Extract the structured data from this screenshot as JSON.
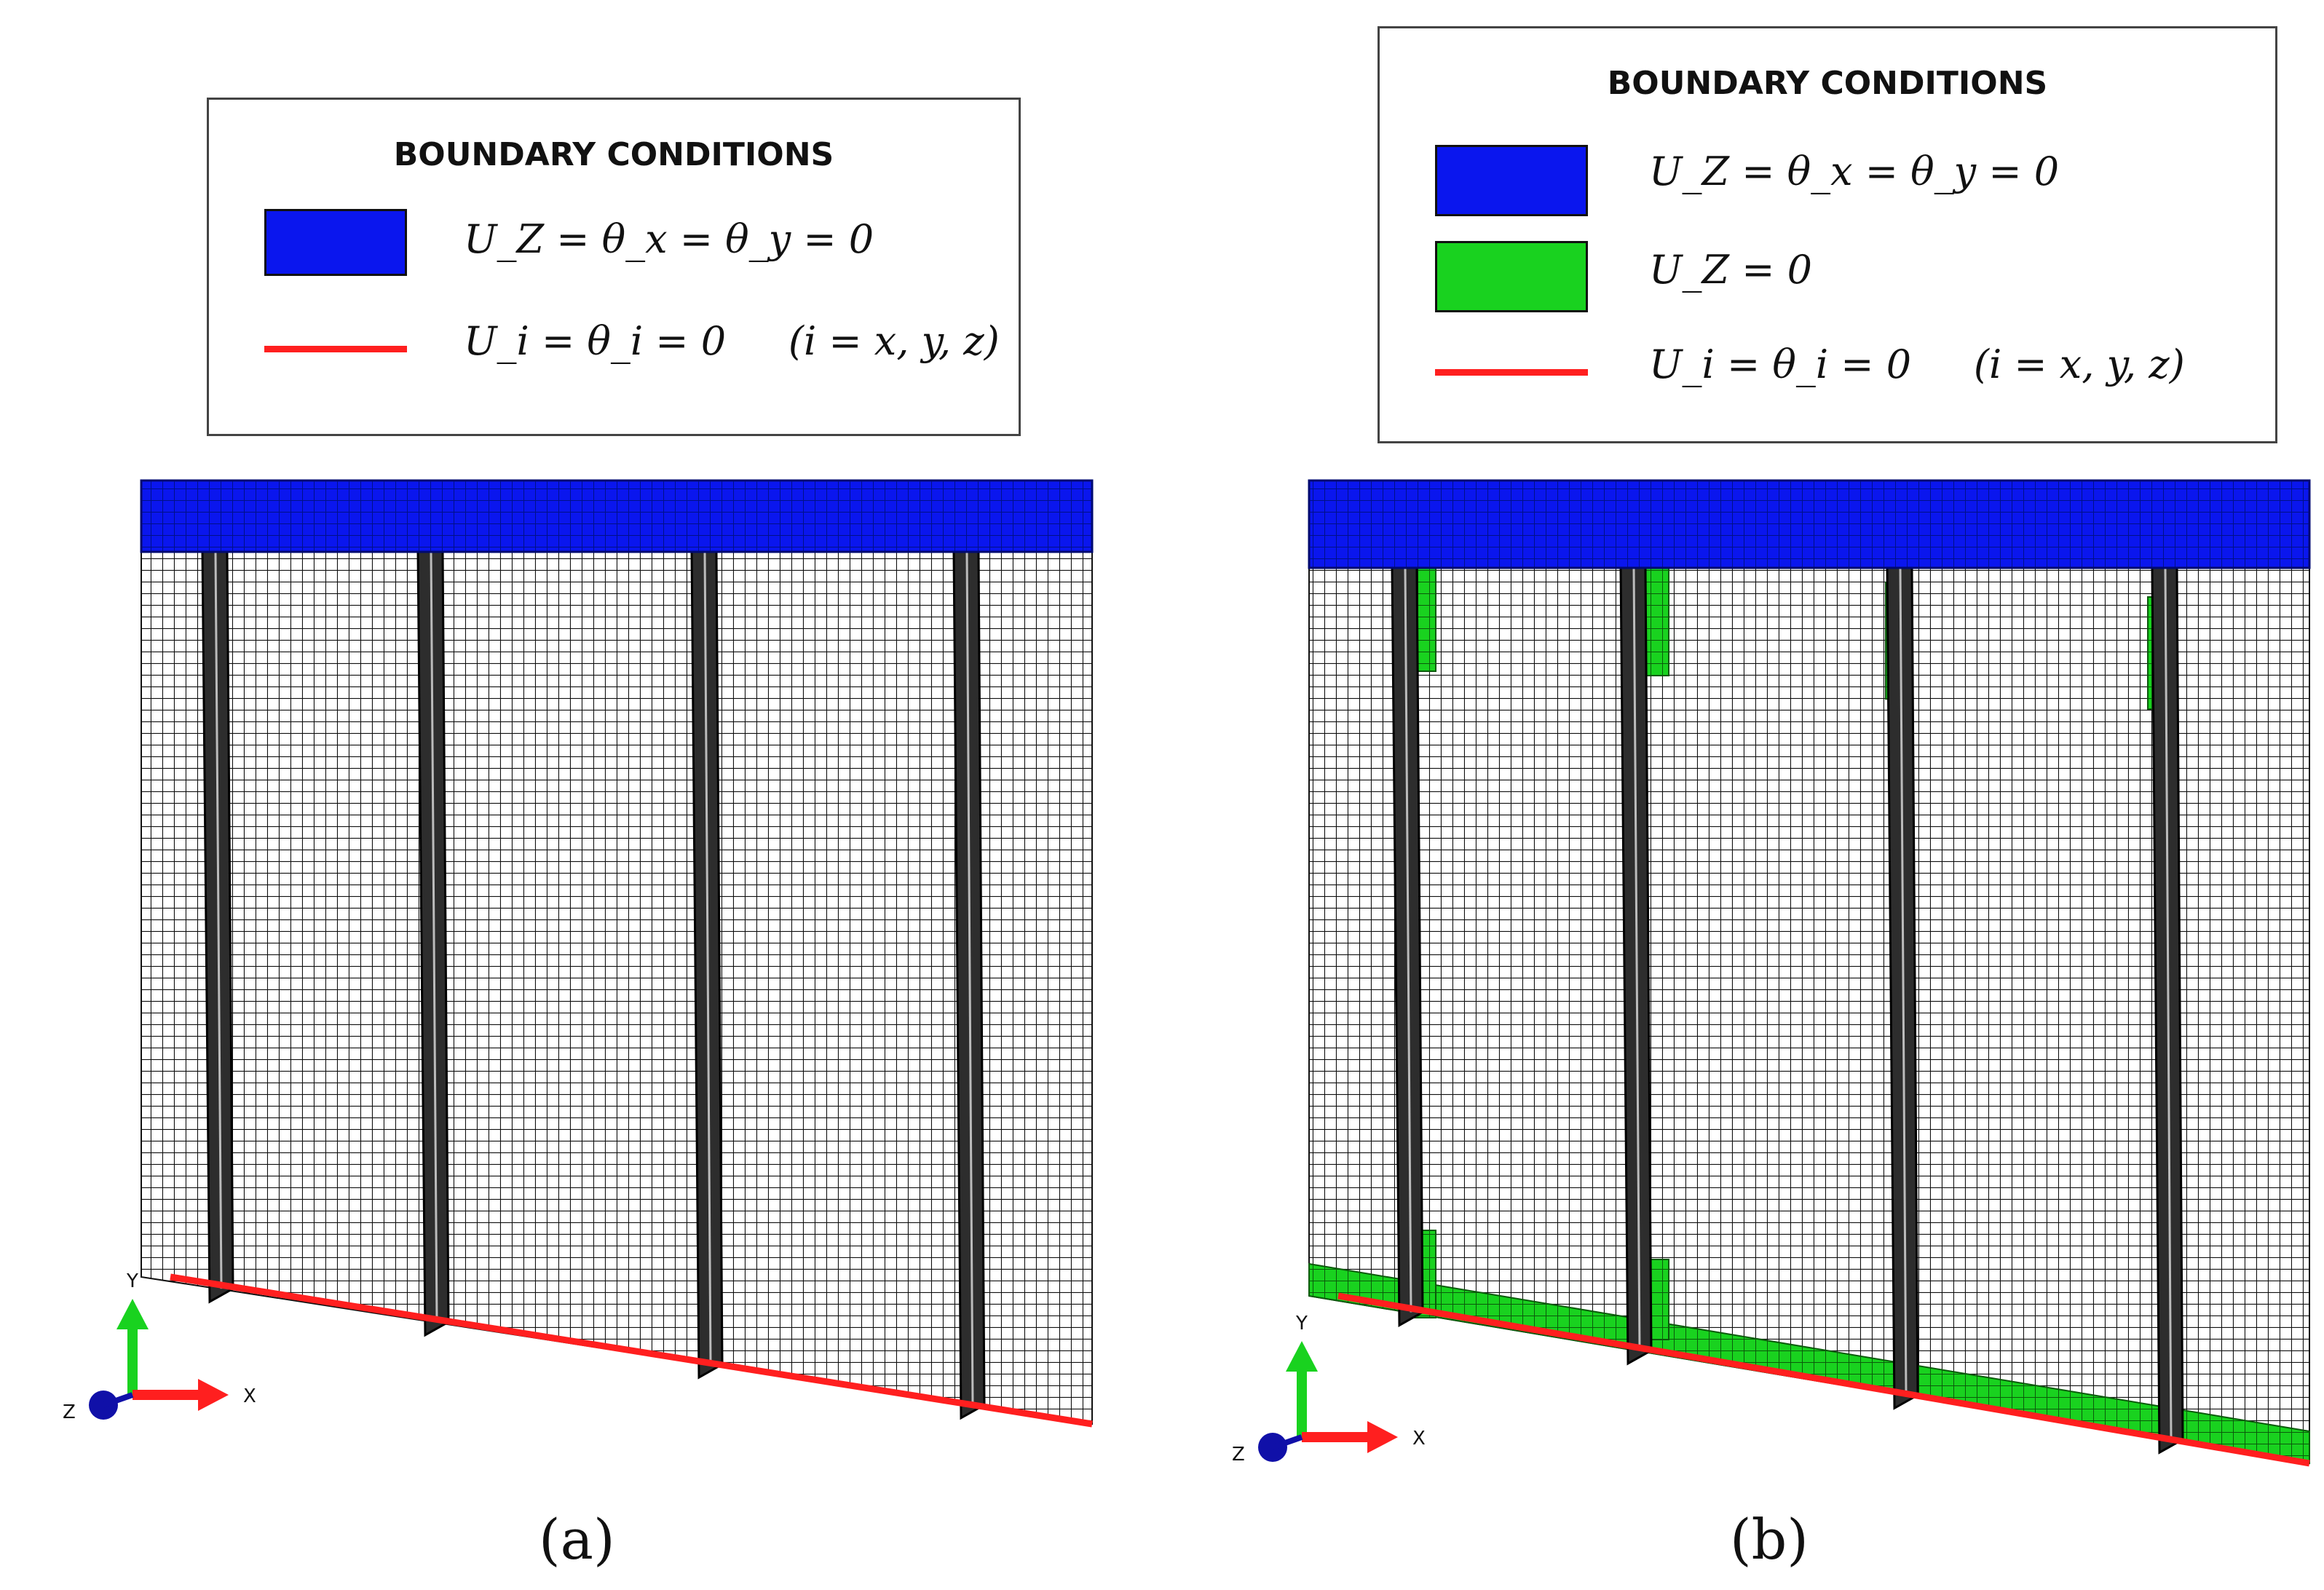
{
  "legend_title": "BOUNDARY CONDITIONS",
  "colors": {
    "blue": "#0a16ee",
    "green": "#19d21f",
    "red": "#ff1f1f",
    "mesh_fill": "#ffffff",
    "mesh_line": "#111111"
  },
  "panel_a": {
    "caption": "(a)",
    "legend": [
      {
        "swatch": "blue-box",
        "label": "U_Z = θ_x = θ_y = 0"
      },
      {
        "swatch": "red-line",
        "label": "U_i = θ_i = 0     (i = x, y, z)"
      }
    ]
  },
  "panel_b": {
    "caption": "(b)",
    "legend": [
      {
        "swatch": "blue-box",
        "label": "U_Z = θ_x = θ_y = 0"
      },
      {
        "swatch": "green-box",
        "label": "U_Z = 0"
      },
      {
        "swatch": "red-line",
        "label": "U_i = θ_i = 0     (i = x, y, z)"
      }
    ]
  },
  "triad": {
    "x": "X",
    "y": "Y",
    "z": "Z"
  }
}
